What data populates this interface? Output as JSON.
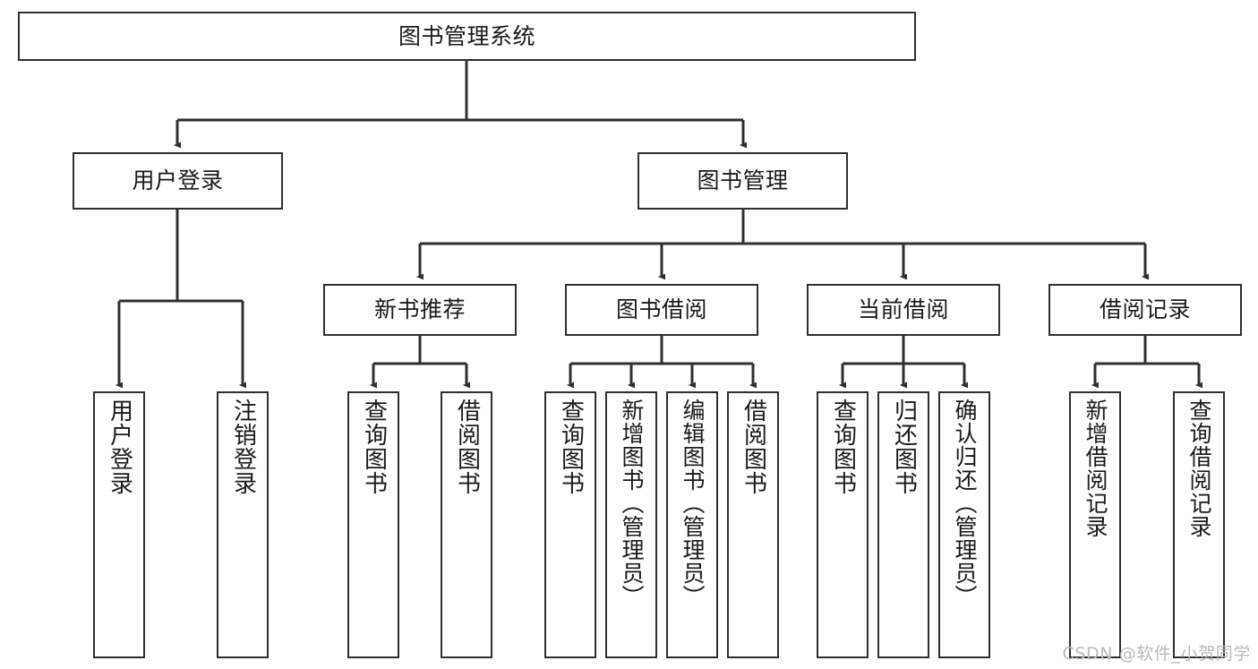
{
  "diagram": {
    "type": "tree",
    "title": "图书管理系统",
    "watermark": "CSDN @软件_小贺同学",
    "colors": {
      "stroke": "#2f2f2f",
      "fill": "#ffffff",
      "text": "#1a1a1a",
      "watermark": "#b9b9b9"
    },
    "root": {
      "label": "图书管理系统"
    },
    "level2": [
      {
        "label": "用户登录"
      },
      {
        "label": "图书管理"
      }
    ],
    "level3": [
      {
        "label": "新书推荐"
      },
      {
        "label": "图书借阅"
      },
      {
        "label": "当前借阅"
      },
      {
        "label": "借阅记录"
      }
    ],
    "leaves": {
      "user_login": [
        {
          "label": "用户登录"
        },
        {
          "label": "注销登录"
        }
      ],
      "new_book": [
        {
          "label": "查询图书"
        },
        {
          "label": "借阅图书"
        }
      ],
      "book_borrow": [
        {
          "label": "查询图书"
        },
        {
          "label": "新增图书（管理员）"
        },
        {
          "label": "编辑图书（管理员）"
        },
        {
          "label": "借阅图书"
        }
      ],
      "current_borrow": [
        {
          "label": "查询图书"
        },
        {
          "label": "归还图书"
        },
        {
          "label": "确认归还（管理员）"
        }
      ],
      "borrow_record": [
        {
          "label": "新增借阅记录"
        },
        {
          "label": "查询借阅记录"
        }
      ]
    }
  }
}
